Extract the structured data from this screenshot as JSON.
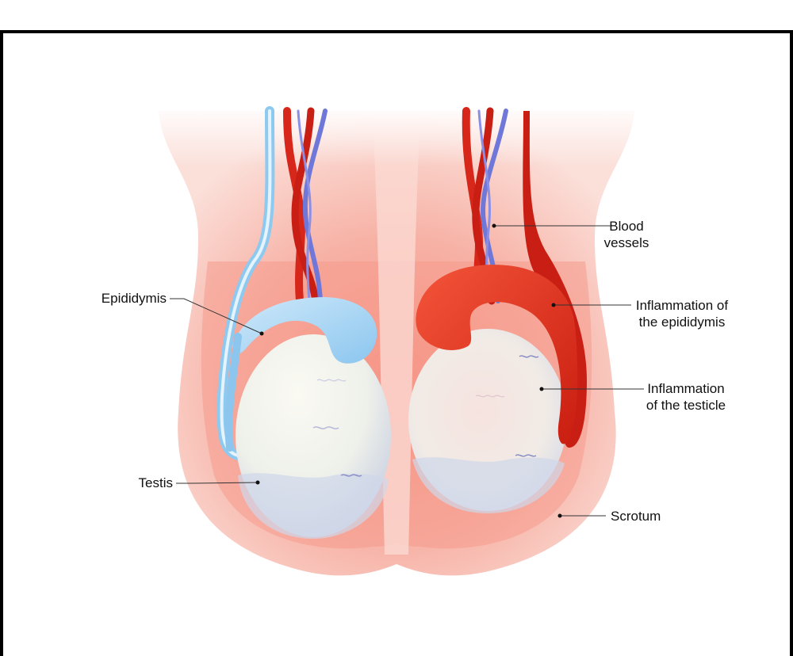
{
  "labels": {
    "epididymis": "Epididymis",
    "testis": "Testis",
    "blood_vessels_line1": "Blood",
    "blood_vessels_line2": "vessels",
    "inflam_epididymis_line1": "Inflammation of",
    "inflam_epididymis_line2": "the epididymis",
    "inflam_testicle_line1": "Inflammation",
    "inflam_testicle_line2": "of the testicle",
    "scrotum": "Scrotum"
  },
  "colors": {
    "scrotum_outer": "#f7c9bf",
    "scrotum_inner": "#f6a79b",
    "healthy_epididymis": "#a9d6f3",
    "inflamed_epididymis": "#e8341c",
    "testis": "#f3f4ee",
    "artery": "#d7261a",
    "vein": "#6f78d8",
    "vas_deferens": "#9fd1f1"
  }
}
